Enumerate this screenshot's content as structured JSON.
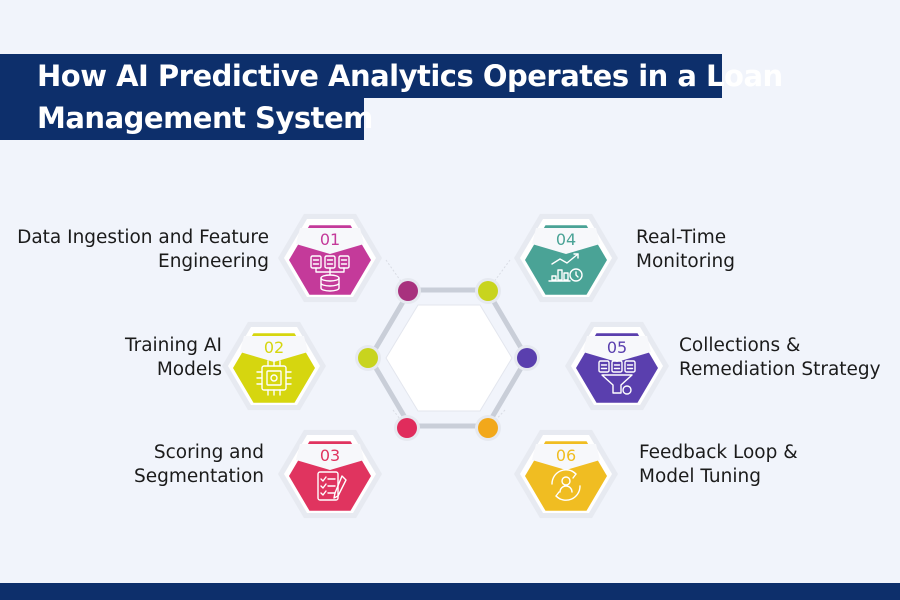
{
  "title": {
    "line1": "How AI Predictive Analytics Operates in a Loan",
    "line2": "Management System"
  },
  "colors": {
    "navy": "#0d2f6b",
    "step1": "#c43a9a",
    "step2": "#d6d60f",
    "step3": "#e0345f",
    "step4": "#4aa396",
    "step5": "#5a3fae",
    "step6": "#f0bd22"
  },
  "steps": [
    {
      "number": "01",
      "label_lines": [
        "Data Ingestion and Feature",
        "Engineering"
      ],
      "icon": "database-icon",
      "color": "#c43a9a",
      "node_color": "#a8327e"
    },
    {
      "number": "02",
      "label_lines": [
        "Training AI",
        "Models"
      ],
      "icon": "ai-chip-icon",
      "color": "#d6d60f",
      "node_color": "#c8d41e"
    },
    {
      "number": "03",
      "label_lines": [
        "Scoring and",
        "Segmentation"
      ],
      "icon": "scorecard-icon",
      "color": "#e0345f",
      "node_color": "#e02c5c"
    },
    {
      "number": "04",
      "label_lines": [
        "Real-Time",
        "Monitoring"
      ],
      "icon": "chart-monitoring-icon",
      "color": "#4aa396",
      "node_color": "#c8d41e"
    },
    {
      "number": "05",
      "label_lines": [
        "Collections &",
        "Remediation Strategy"
      ],
      "icon": "funnel-icon",
      "color": "#5a3fae",
      "node_color": "#5a3fae"
    },
    {
      "number": "06",
      "label_lines": [
        "Feedback Loop &",
        "Model Tuning"
      ],
      "icon": "feedback-cycle-icon",
      "color": "#f0bd22",
      "node_color": "#f2a81a"
    }
  ]
}
